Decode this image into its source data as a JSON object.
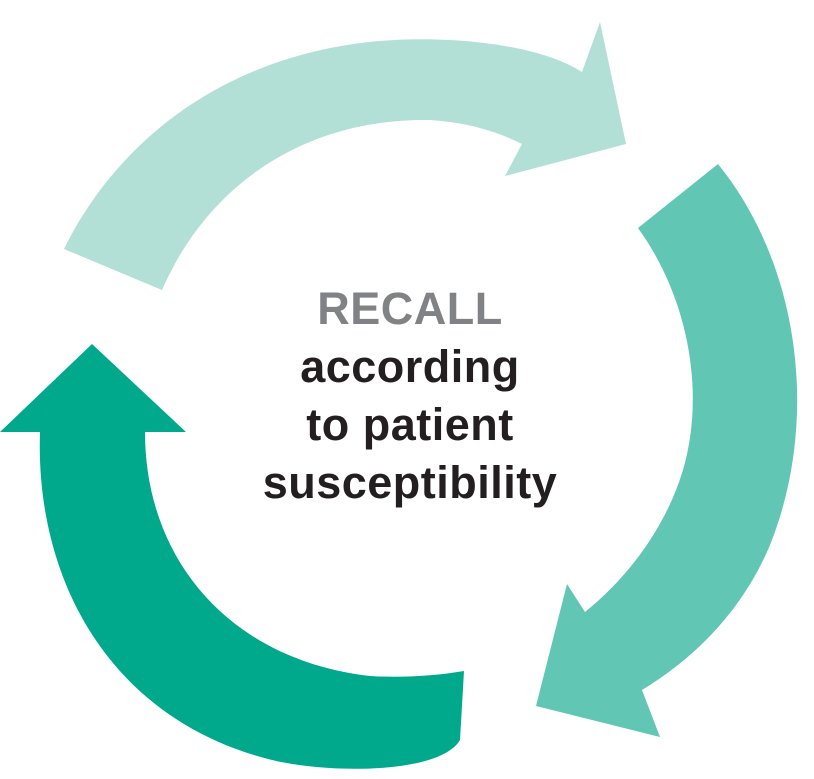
{
  "diagram": {
    "center_text": {
      "heading": "RECALL",
      "lines": [
        "according",
        "to patient",
        "susceptibility"
      ]
    },
    "arrows": [
      {
        "name": "top-arrow",
        "color": "#b2e0d7"
      },
      {
        "name": "right-arrow",
        "color": "#62c6b4"
      },
      {
        "name": "left-arrow",
        "color": "#00a98c"
      }
    ],
    "colors": {
      "heading": "#808285",
      "body": "#231f20"
    }
  }
}
